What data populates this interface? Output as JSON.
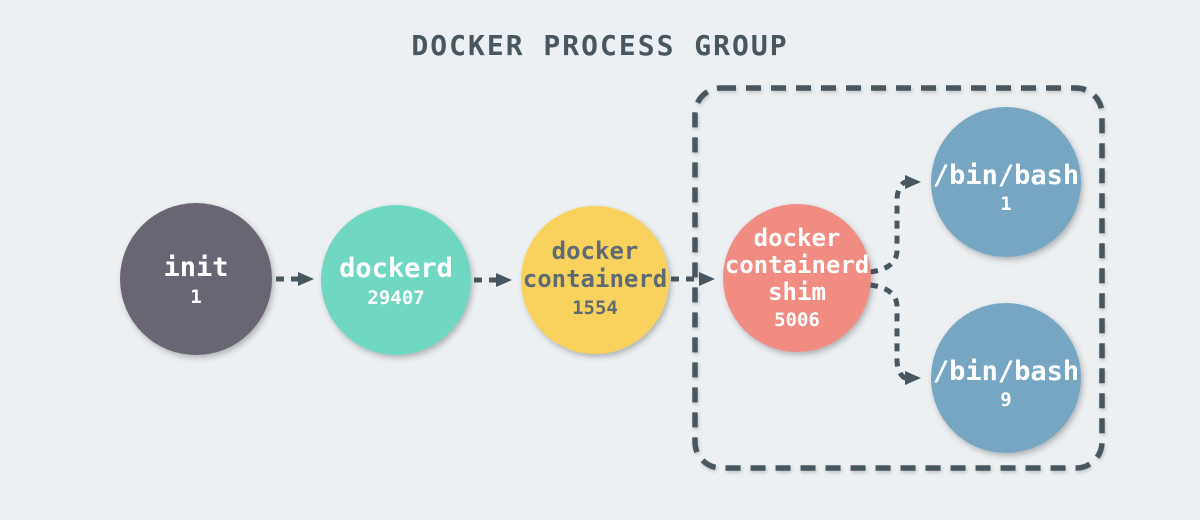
{
  "title": "DOCKER PROCESS GROUP",
  "colors": {
    "background": "#edf0f2",
    "stroke": "#47565f",
    "title": "#47565f",
    "init_fill": "#6a6573",
    "dockerd_fill": "#6fd7c2",
    "containerd_fill": "#f8d25c",
    "shim_fill": "#f08c82",
    "bash_fill": "#77a6c2",
    "text_light": "#ffffff",
    "text_dark": "#5f6b74"
  },
  "nodes": {
    "init": {
      "label": "init",
      "pid": "1"
    },
    "dockerd": {
      "label": "dockerd",
      "pid": "29407"
    },
    "containerd": {
      "line1": "docker",
      "line2": "containerd",
      "pid": "1554"
    },
    "shim": {
      "line1": "docker",
      "line2": "containerd",
      "line3": "shim",
      "pid": "5006"
    },
    "bash_top": {
      "label": "/bin/bash",
      "pid": "1"
    },
    "bash_bottom": {
      "label": "/bin/bash",
      "pid": "9"
    }
  }
}
